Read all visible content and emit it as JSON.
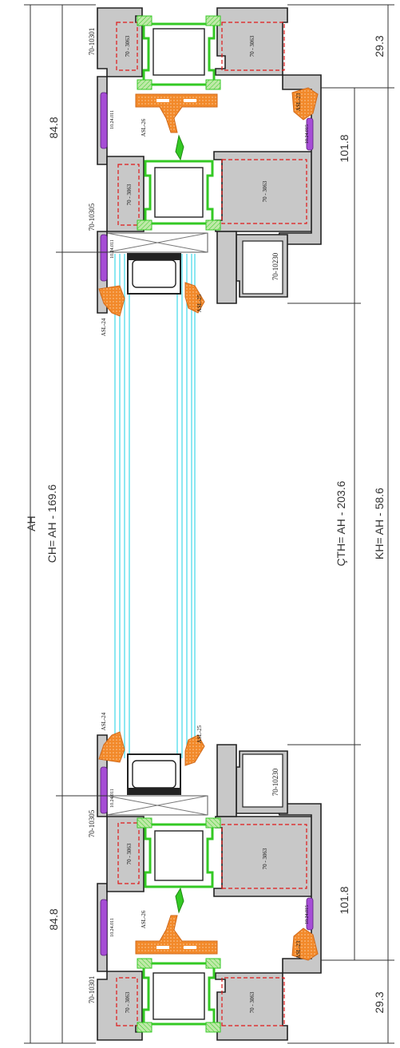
{
  "dimensions": {
    "overall": "AH",
    "sash_height": "CH= AH - 169.6",
    "glass_height": "ÇTH= AH - 203.6",
    "frame_inner": "KH= AH - 58.6",
    "top_frame": "29.3",
    "top_sash": "84.8",
    "top_offset": "101.8",
    "bottom_frame": "29.3",
    "bottom_sash": "84.8",
    "bottom_offset": "101.8"
  },
  "labels": {
    "top_frame_profile": "70-10301",
    "top_sash_profile": "70-10305",
    "top_bead": "70-10230",
    "top_gasket_left": "ASL-24",
    "top_gasket_right": "ASL-25",
    "top_brush": "ASL-26",
    "top_corner": "ASL-23",
    "top_insert_1": "70 - 3063",
    "top_insert_2": "70 - 3063",
    "top_insert_3": "70 - 3063",
    "top_insert_4": "70 - 3063",
    "top_seal_1": "10.24.011",
    "top_seal_2": "10.24.015",
    "top_seal_3": "10.24.011",
    "bottom_frame_profile": "70-10301",
    "bottom_sash_profile": "70-10305",
    "bottom_bead": "70-10230",
    "bottom_gasket_left": "ASL-24",
    "bottom_gasket_right": "ASL-25",
    "bottom_brush": "ASL-26",
    "bottom_corner": "ASL-23",
    "bottom_insert_1": "70 - 3063",
    "bottom_insert_2": "70 - 3063",
    "bottom_insert_3": "70 - 3063",
    "bottom_insert_4": "70 - 3063",
    "bottom_seal_1": "10.24.011",
    "bottom_seal_2": "10.24.015",
    "bottom_seal_3": "10.24.011"
  },
  "colors": {
    "profile_fill": "#c8c8c8",
    "profile_stroke": "#222222",
    "thermal_break": "#34c924",
    "thermal_fill": "#bfe9a8",
    "gasket": "#f2892a",
    "seal": "#a64dd6",
    "insert_dash": "#e01818",
    "glass": "#3fd8e8",
    "dim_line": "#333333"
  }
}
